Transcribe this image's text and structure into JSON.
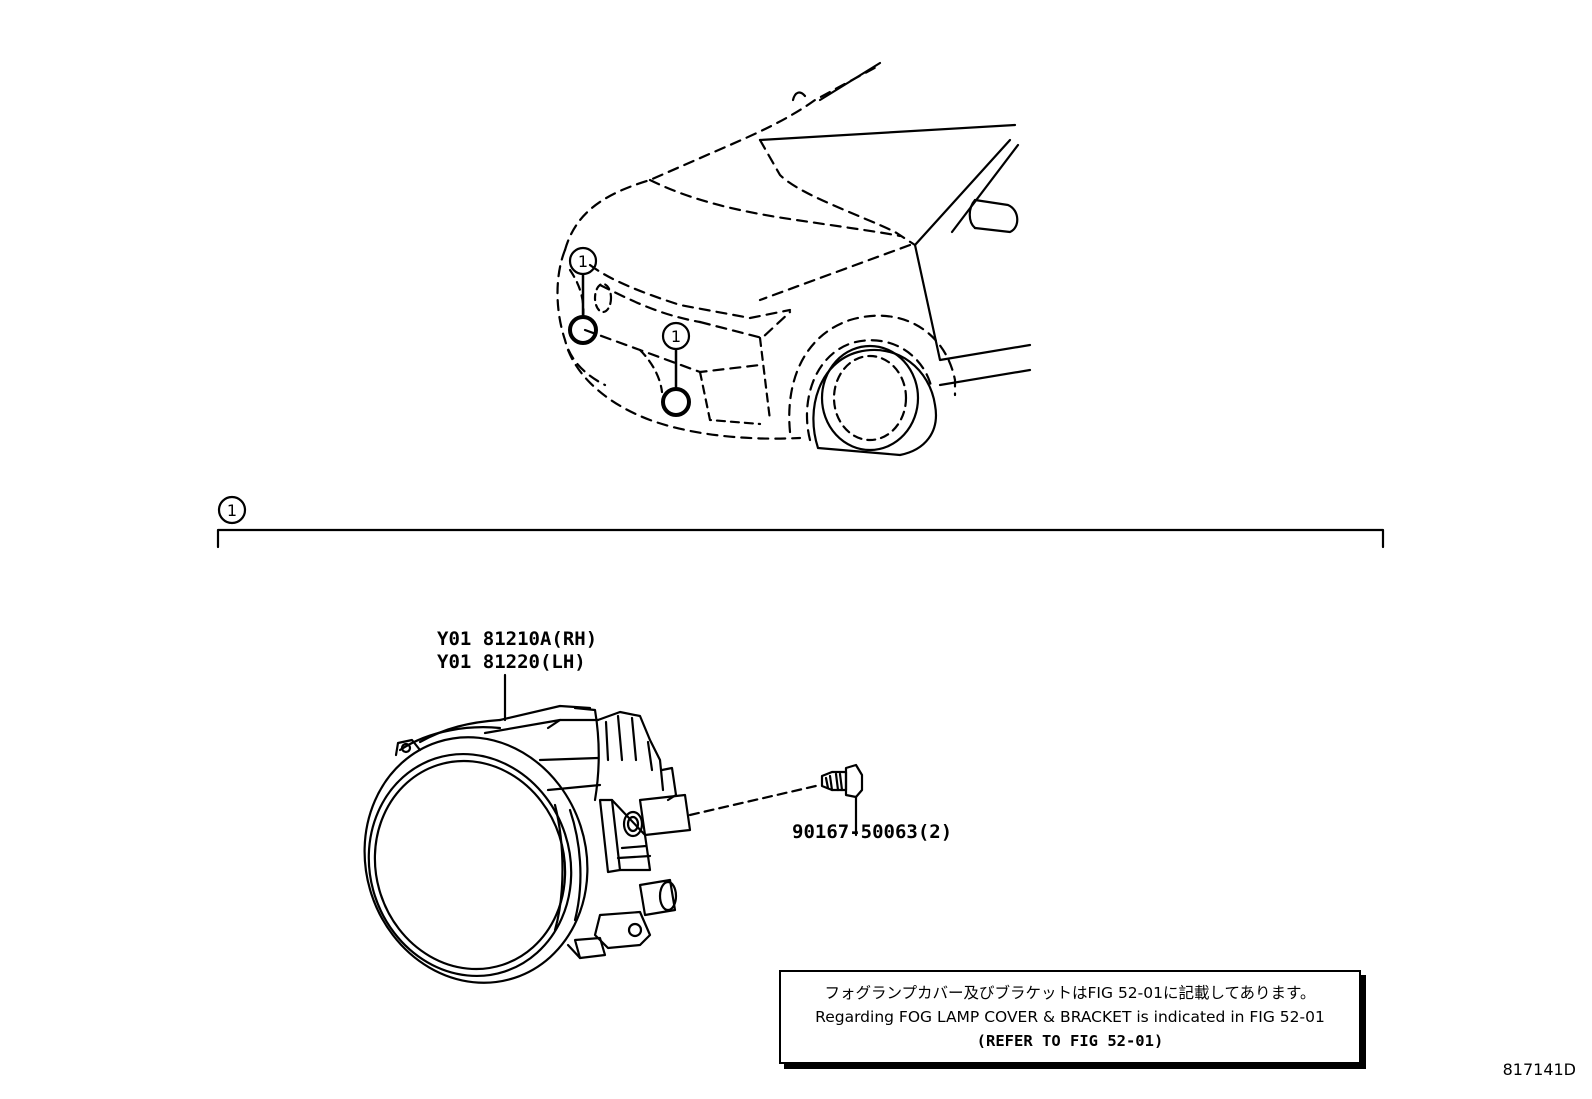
{
  "callouts": {
    "main_ref": "1",
    "car_ref_upper": "1",
    "car_ref_lower": "1"
  },
  "parts": {
    "lamp_rh": "Y01 81210A(RH)",
    "lamp_lh": "Y01 81220(LH)",
    "bolt": "90167-50063(2)"
  },
  "note": {
    "japanese": "フォグランプカバー及びブラケットはFIG 52-01に記載してあります。",
    "english": "Regarding FOG LAMP COVER & BRACKET is indicated in FIG 52-01",
    "reference": "(REFER TO FIG 52-01)"
  },
  "figure_id": "817141D"
}
